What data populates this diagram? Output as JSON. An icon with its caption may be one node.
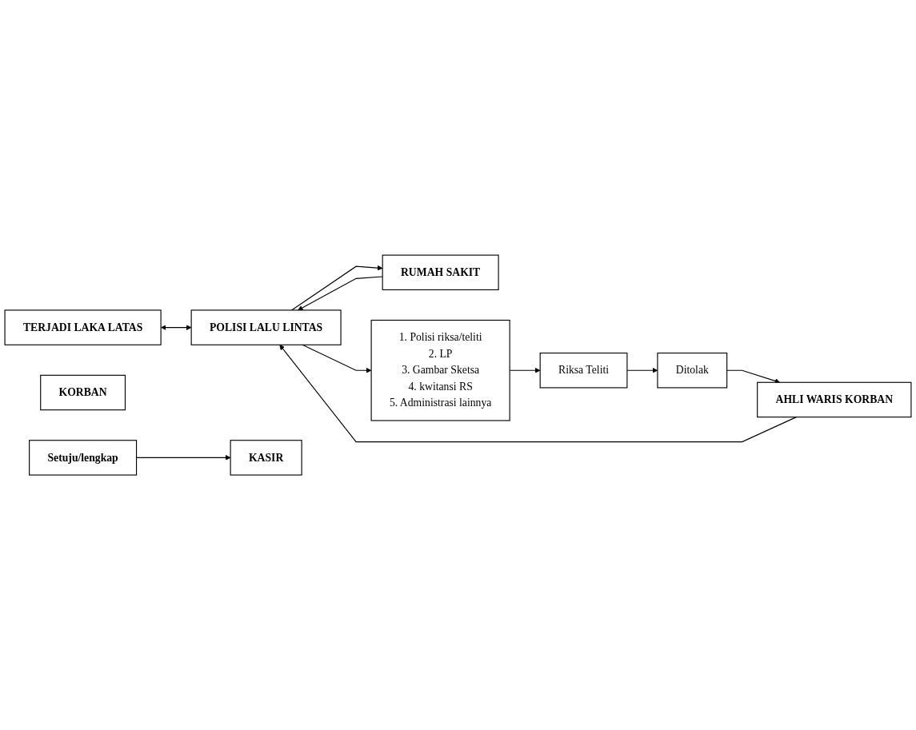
{
  "diagram": {
    "nodes": [
      {
        "text": [
          "TERJADI LAKA LATAS"
        ]
      },
      {
        "text": [
          "KORBAN"
        ]
      },
      {
        "text": [
          "AHLI WARIS KORBAN"
        ]
      },
      {
        "text": [
          "POLISI LALU LINTAS"
        ]
      },
      {
        "text": [
          "RUMAH SAKIT"
        ]
      },
      {
        "text": [
          "1. Polisi riksa/teliti",
          "2. LP",
          "3. Gambar Sketsa",
          "4. kwitansi RS",
          "5. Administrasi lainnya"
        ]
      },
      {
        "text": [
          "Riksa Teliti"
        ]
      },
      {
        "text": [
          "Ditolak"
        ]
      },
      {
        "text": [
          "Setuju/lengkap"
        ]
      },
      {
        "text": [
          "KASIR"
        ]
      }
    ],
    "edges": [
      {
        "from": 0,
        "to": 3,
        "arrow": "both"
      },
      {
        "from": 2,
        "to": 3,
        "arrow": "to"
      },
      {
        "from": 3,
        "to": 4,
        "arrow": "to"
      },
      {
        "from": 4,
        "to": 3,
        "arrow": "to"
      },
      {
        "from": 3,
        "to": 5,
        "arrow": "to"
      },
      {
        "from": 5,
        "to": 6,
        "arrow": "to"
      },
      {
        "from": 6,
        "to": 7,
        "arrow": "to"
      },
      {
        "from": 7,
        "to": 2,
        "arrow": "to"
      },
      {
        "from": 8,
        "to": 9,
        "arrow": "to"
      }
    ]
  }
}
